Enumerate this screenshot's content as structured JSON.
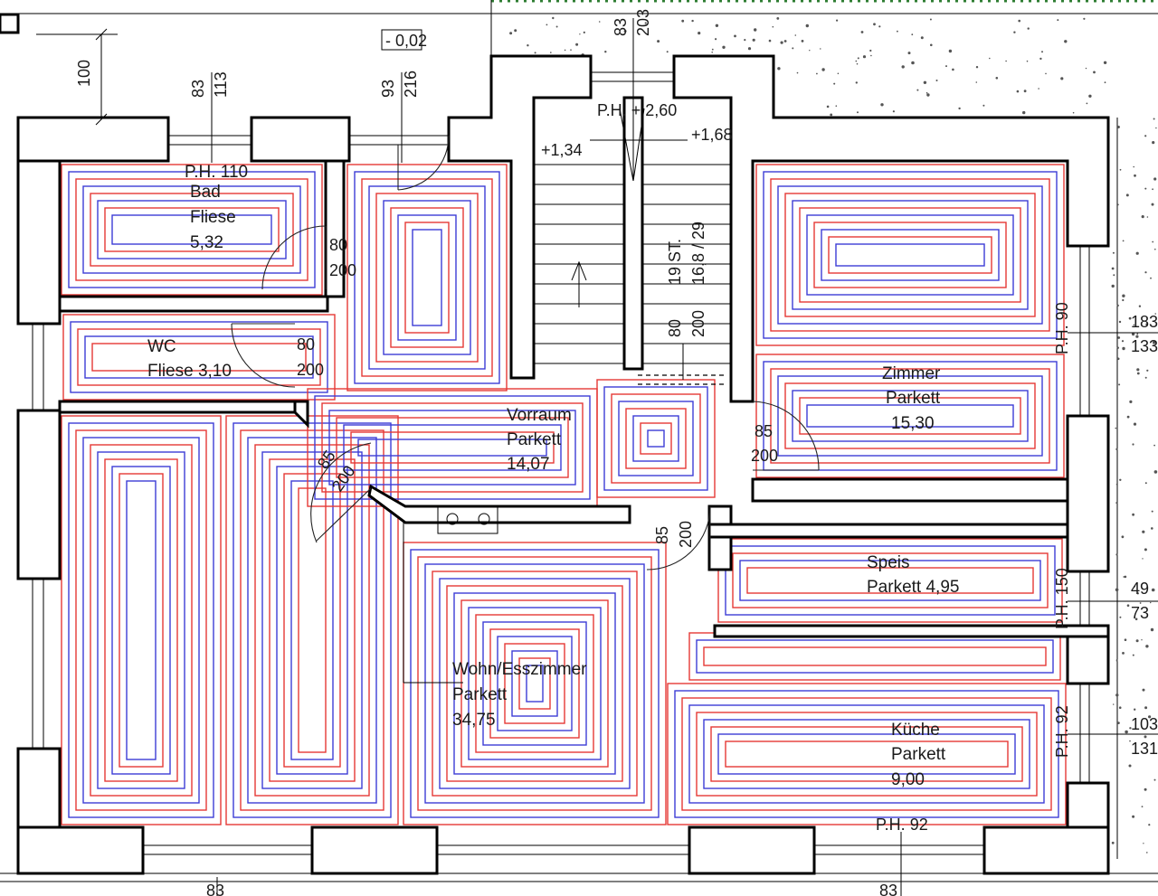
{
  "colors": {
    "supply": "#e53935",
    "return": "#3d3dd6",
    "wall": "#000000",
    "grass": "#2e7d32"
  },
  "top_level": "- 0,02",
  "dims": {
    "d100": "100",
    "bad_window": [
      "83",
      "113"
    ],
    "door_window": [
      "93",
      "216"
    ],
    "stair_window": [
      "83",
      "203"
    ],
    "stair_ph": "P.H. + 2,60",
    "lvl1": "+1,34",
    "lvl2": "+1,68",
    "stairs": [
      "19 ST.",
      "16,8 / 29"
    ],
    "stair_door": [
      "80",
      "200"
    ],
    "bad_door": [
      "80",
      "200"
    ],
    "wc_door": [
      "80",
      "200"
    ],
    "diag_door": [
      "85",
      "200"
    ],
    "zimmer_door": [
      "85",
      "200"
    ],
    "speis_door": [
      "85",
      "200"
    ],
    "ph90": "P.H. 90",
    "ph150": "P.H. 150",
    "ph92": "P.H. 92",
    "ph92b": "P.H. 92",
    "right1": [
      "183",
      "133"
    ],
    "right2": [
      "49",
      "73"
    ],
    "right3": [
      "103",
      "131"
    ],
    "bottom": [
      "83",
      "83"
    ]
  },
  "rooms": {
    "bad": {
      "ph": "P.H. 110",
      "name": "Bad",
      "floor": "Fliese",
      "area": "5,32"
    },
    "wc": {
      "name": "WC",
      "floor": "Fliese 3,10"
    },
    "vorraum": {
      "name": "Vorraum",
      "floor": "Parkett",
      "area": "14,07"
    },
    "zimmer": {
      "name": "Zimmer",
      "floor": "Parkett",
      "area": "15,30"
    },
    "speis": {
      "name": "Speis",
      "floor": "Parkett 4,95"
    },
    "wohn": {
      "name": "Wohn/Esszimmer",
      "floor": "Parkett",
      "area": "34,75"
    },
    "kueche": {
      "name": "Küche",
      "floor": "Parkett",
      "area": "9,00"
    }
  }
}
